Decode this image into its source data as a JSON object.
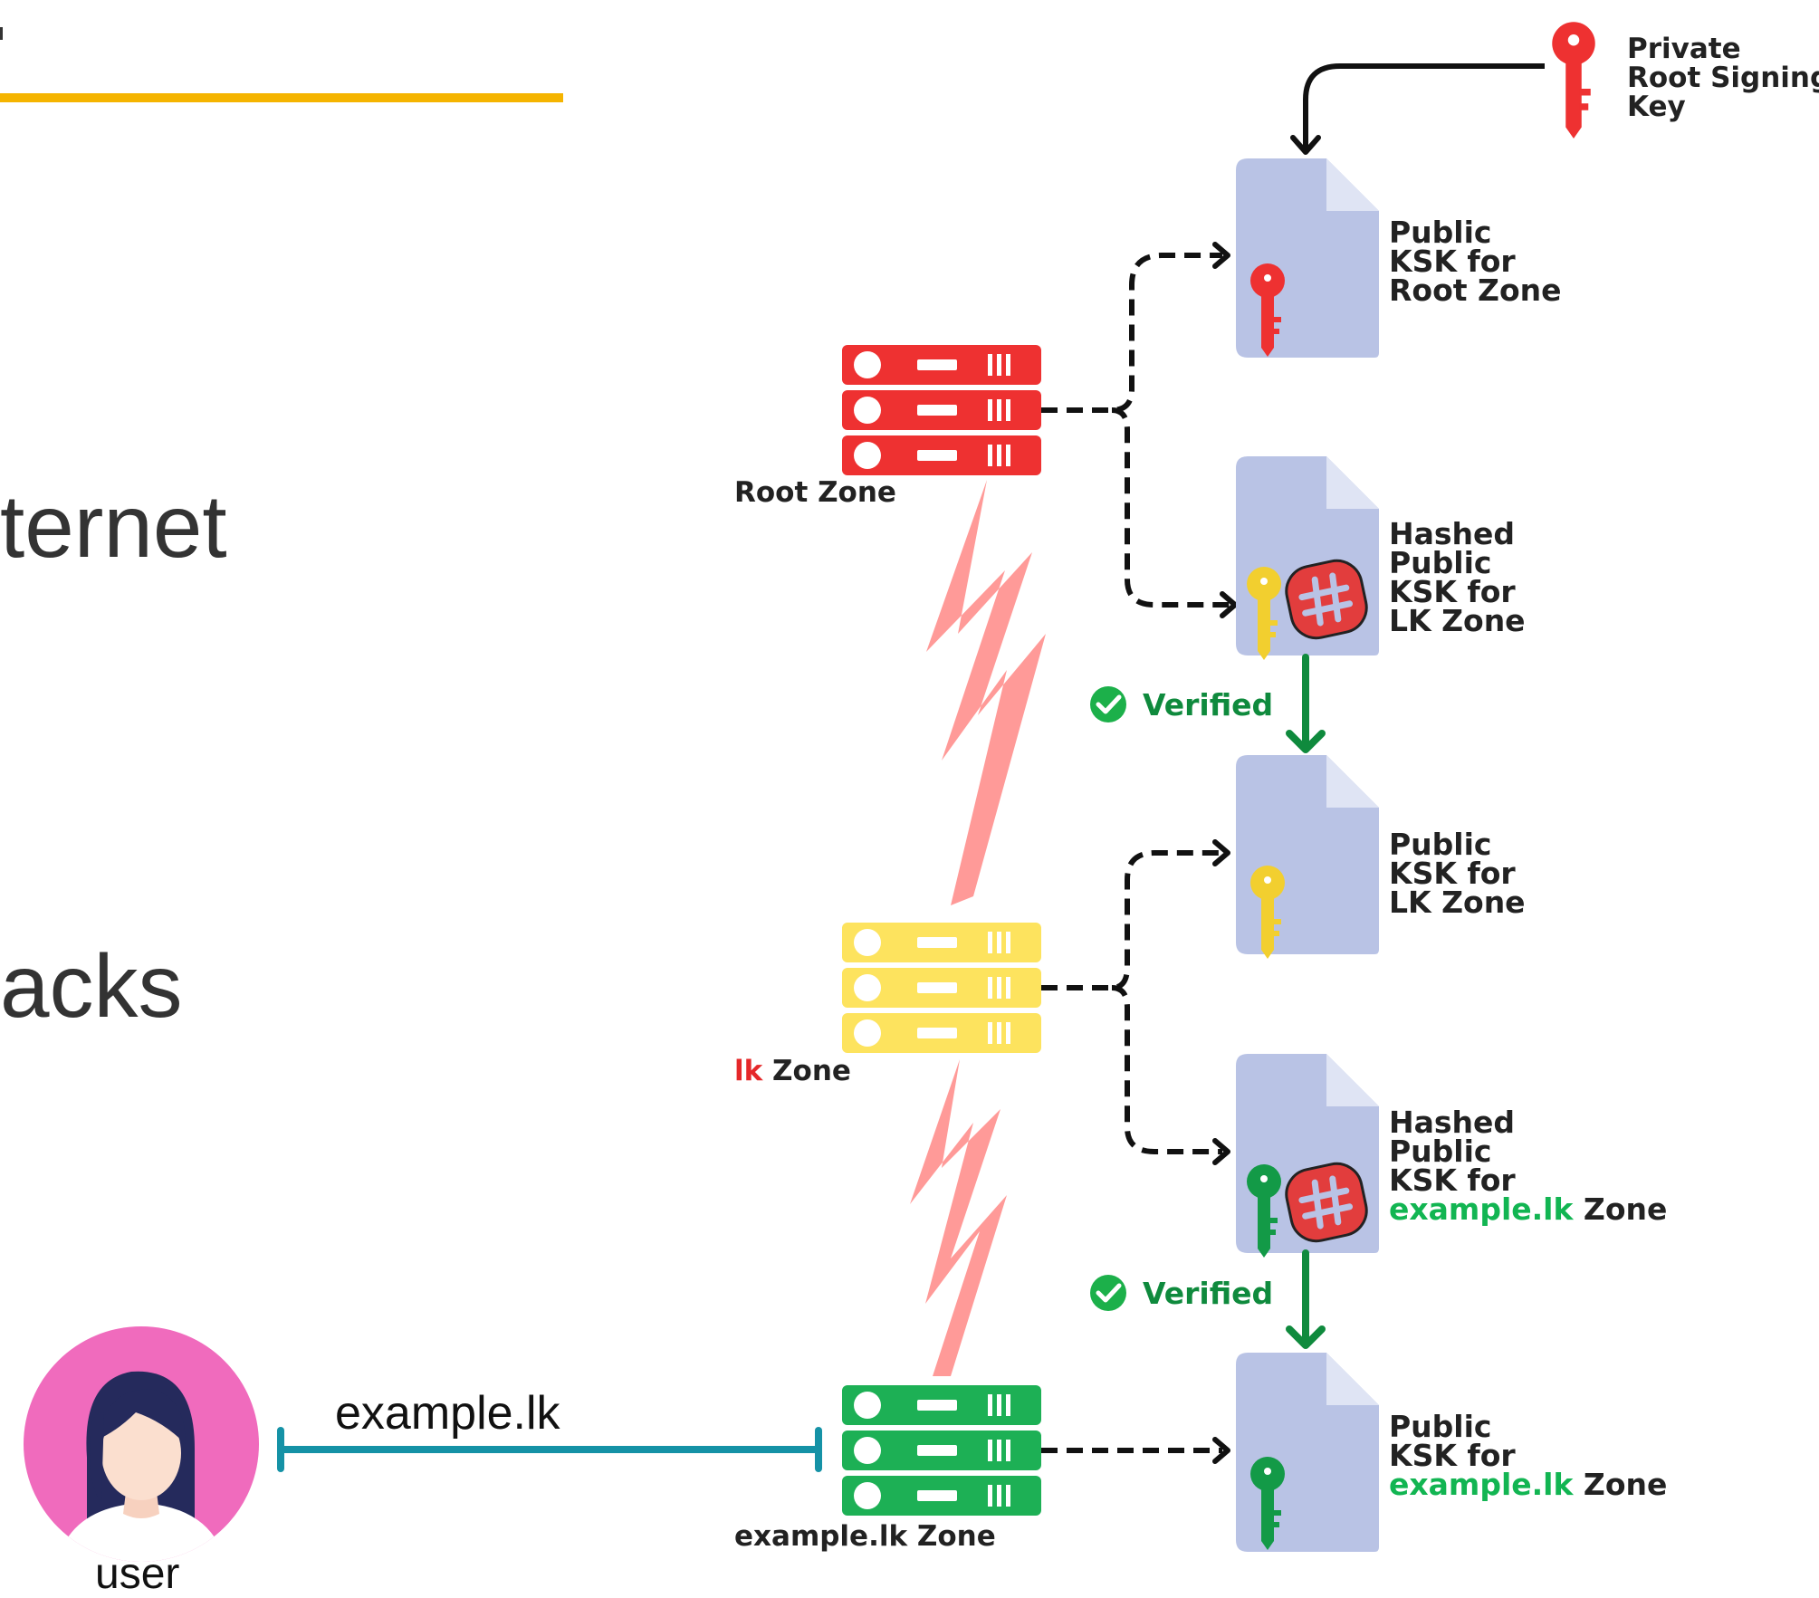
{
  "colors": {
    "accent_bar": "#f5b400",
    "server_red": "#ee3131",
    "server_yellow": "#fde35e",
    "server_green": "#1db055",
    "doc_fill": "#b9c3e5",
    "verified_green": "#0f8a3d",
    "link_teal": "#1592a6",
    "lightning": "#ff9a98",
    "avatar_bg": "#f06bbd"
  },
  "left_text": {
    "fragment_1": "ternet",
    "fragment_2": "acks"
  },
  "private_key": {
    "line1": "Private",
    "line2": "Root Signing",
    "line3": "Key"
  },
  "servers": {
    "root": {
      "label": "Root Zone"
    },
    "lk": {
      "label_accent": "lk",
      "label_rest": " Zone"
    },
    "example": {
      "label": "example.lk Zone"
    }
  },
  "documents": {
    "doc1": {
      "line1": "Public",
      "line2": "KSK for",
      "line3": "Root Zone"
    },
    "doc2": {
      "line1": "Hashed",
      "line2": "Public",
      "line3": "KSK for",
      "line4": "LK Zone"
    },
    "doc3": {
      "line1": "Public",
      "line2": "KSK for",
      "line3": "LK Zone"
    },
    "doc4": {
      "line1": "Hashed",
      "line2": "Public",
      "line3": "KSK for",
      "line4_accent": "example.lk",
      "line4_rest": " Zone"
    },
    "doc5": {
      "line1": "Public",
      "line2": "KSK for",
      "line3_accent": "example.lk",
      "line3_rest": " Zone"
    }
  },
  "verified": {
    "first": "Verified",
    "second": "Verified"
  },
  "user": {
    "label": "user",
    "request": "example.lk"
  },
  "icons": {
    "key": "key-icon",
    "hash": "hash-icon",
    "check": "check-circle-icon",
    "server": "server-icon",
    "document": "document-icon",
    "avatar": "user-avatar-icon"
  }
}
